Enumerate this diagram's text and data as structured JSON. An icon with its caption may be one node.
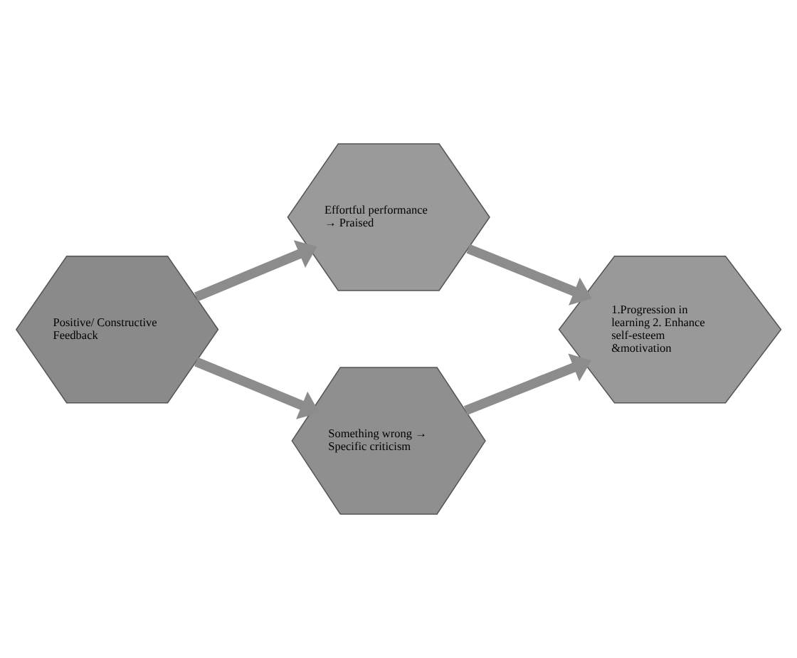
{
  "diagram": {
    "nodes": [
      {
        "text": [
          "Positive/ Constructive Feedback"
        ]
      },
      {
        "text": [
          "Effortful performance → Praised"
        ]
      },
      {
        "text": [
          "Something wrong → Specific criticism"
        ]
      },
      {
        "text": [
          "1.Progression in learning 2. Enhance self-esteem &motivation"
        ]
      }
    ],
    "edges": [
      {
        "from": 0,
        "to": 1,
        "arrow": "to"
      },
      {
        "from": 0,
        "to": 2,
        "arrow": "to"
      },
      {
        "from": 1,
        "to": 3,
        "arrow": "to"
      },
      {
        "from": 2,
        "to": 3,
        "arrow": "to"
      }
    ]
  }
}
